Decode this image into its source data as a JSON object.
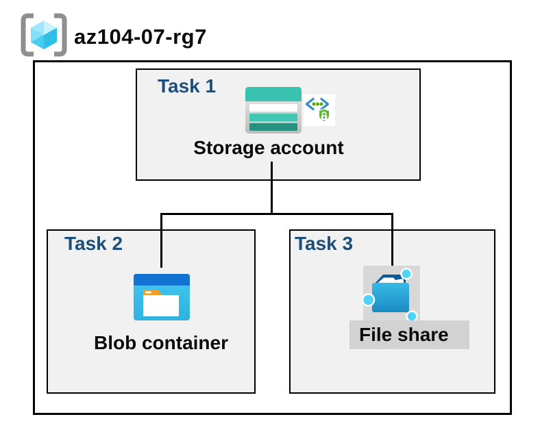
{
  "title": {
    "resource_group": "az104-07-rg7"
  },
  "tasks": [
    {
      "label": "Task 1",
      "resource": "Storage account"
    },
    {
      "label": "Task 2",
      "resource": "Blob container"
    },
    {
      "label": "Task 3",
      "resource": "File share"
    }
  ],
  "icons": {
    "resource_group": "azure-resource-group-icon",
    "storage_account": "storage-account-icon",
    "secure_access": "code-brackets-shield-lock-icon",
    "blob_container": "blob-container-icon",
    "file_share": "file-share-icon"
  },
  "colors": {
    "task_label": "#1d4e79",
    "box_fill": "#f1f1f1",
    "box_border": "#000000",
    "connector": "#000000",
    "storage_teal": "#3ac2b0",
    "storage_teal_dark": "#27907f",
    "blob_blue": "#1273d2",
    "blob_body": "#3ec5f0",
    "folder_tab_orange": "#f39a1f",
    "file_share_blue": "#1b8cc3",
    "node_cyan": "#4fd4f9",
    "gray_panel": "#d8d8d8",
    "label_bar_gray": "#d2d2d2"
  }
}
